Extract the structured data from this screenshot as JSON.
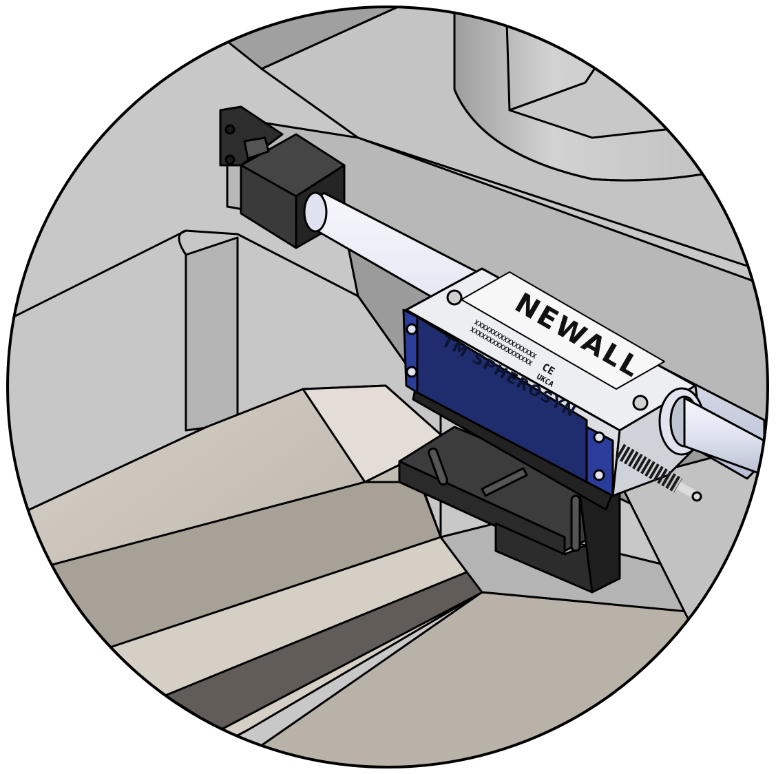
{
  "scene": {
    "view": "circular-detail",
    "colors": {
      "background": "#ffffff",
      "machine_panel": "#c8c8c8",
      "machine_panel_dark": "#a9a9a9",
      "trough": "#b8b2aa",
      "trough_light": "#dcd6cf",
      "trough_dark": "#615c57",
      "bracket": "#3a3a3a",
      "bracket_dark": "#242424",
      "rod": "#e6e9f4",
      "reader_body": "#eef0f2",
      "reader_cap": "#2a3d9a",
      "outline": "#000000"
    }
  },
  "device": {
    "brand": "NEWALL",
    "label_lines": [
      "XXXXXXXXXXXXXXXXX",
      "XXXXXXXXXXXXXXXXX"
    ],
    "badges": [
      "CE",
      "UKCA"
    ],
    "side_text": "TM SPHEROSYN"
  }
}
